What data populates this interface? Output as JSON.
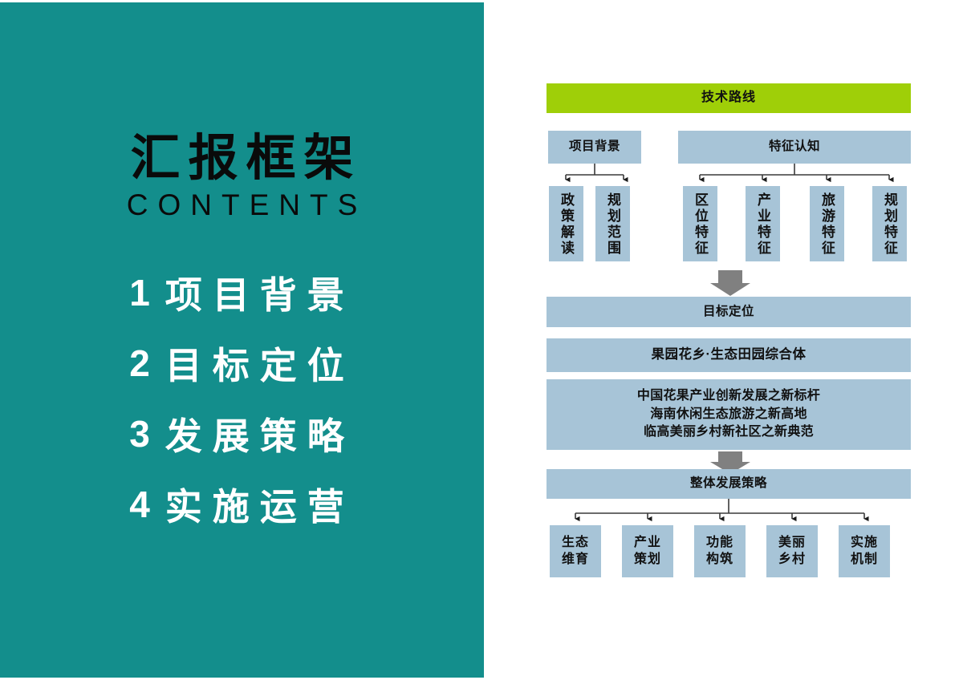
{
  "left_panel": {
    "bg_color": "#138e8c",
    "title_cn": "汇报框架",
    "title_en": "CONTENTS",
    "items": [
      {
        "num": "1",
        "label": "项目背景"
      },
      {
        "num": "2",
        "label": "目标定位"
      },
      {
        "num": "3",
        "label": "发展策略"
      },
      {
        "num": "4",
        "label": "实施运营"
      }
    ]
  },
  "diagram": {
    "header": {
      "label": "技术路线",
      "color": "#9fcf08"
    },
    "box_color": "#a7c4d7",
    "arrow_color": "#808080",
    "connector_color": "#404040",
    "row1": {
      "groups": [
        {
          "label": "项目背景",
          "children": [
            {
              "label": "政策解读"
            },
            {
              "label": "规划范围"
            }
          ]
        },
        {
          "label": "特征认知",
          "children": [
            {
              "label": "区位特征"
            },
            {
              "label": "产业特征"
            },
            {
              "label": "旅游特征"
            },
            {
              "label": "规划特征"
            }
          ]
        }
      ]
    },
    "middle": {
      "goal_label": "目标定位",
      "slogan": "果园花乡·生态田园综合体",
      "statements": [
        "中国花果产业创新发展之新标杆",
        "海南休闲生态旅游之新高地",
        "临高美丽乡村新社区之新典范"
      ]
    },
    "strategy": {
      "header_label": "整体发展策略",
      "children": [
        {
          "line1": "生态",
          "line2": "维育"
        },
        {
          "line1": "产业",
          "line2": "策划"
        },
        {
          "line1": "功能",
          "line2": "构筑"
        },
        {
          "line1": "美丽",
          "line2": "乡村"
        },
        {
          "line1": "实施",
          "line2": "机制"
        }
      ]
    }
  }
}
